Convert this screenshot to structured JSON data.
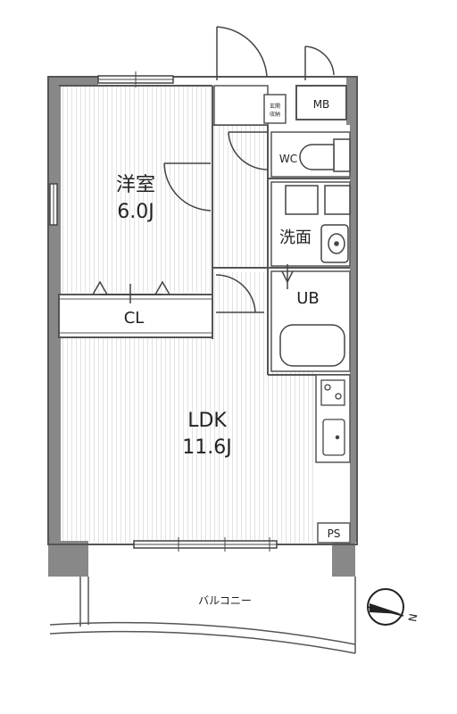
{
  "floorplan": {
    "rooms": {
      "western": {
        "name": "洋室",
        "size": "6.0J"
      },
      "ldk": {
        "name": "LDK",
        "size": "11.6J"
      },
      "closet": "CL",
      "wc": "WC",
      "washroom": "洗面",
      "unit_bath": "UB",
      "meter_box": "MB",
      "pipe_space": "PS",
      "entrance_storage_line1": "玄関",
      "entrance_storage_line2": "収納",
      "balcony": "バルコニー"
    },
    "compass": {
      "label": "N"
    }
  }
}
